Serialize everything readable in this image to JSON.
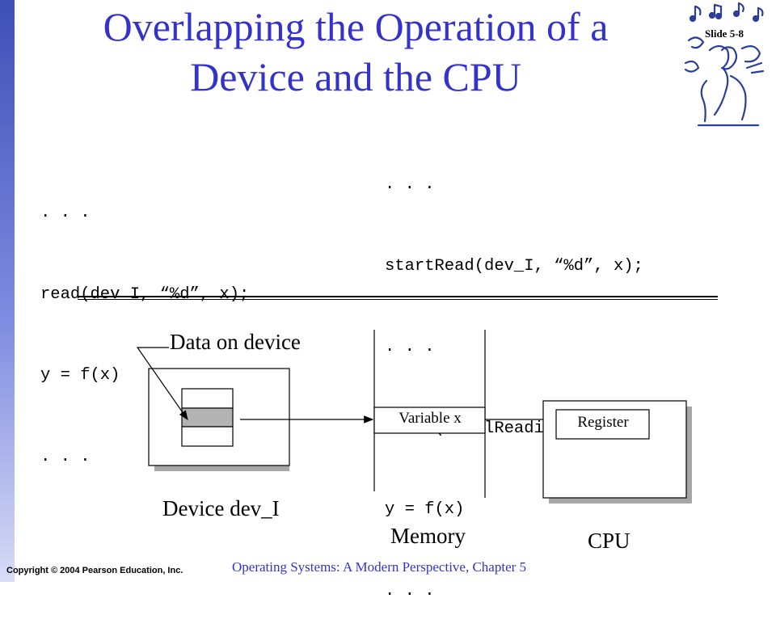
{
  "slide": {
    "title_line1": "Overlapping the Operation of a",
    "title_line2": "Device and the CPU",
    "slide_number": "Slide 5-8"
  },
  "code_left": [
    ". . .",
    "read(dev_I, “%d”, x);",
    "y = f(x)",
    ". . ."
  ],
  "code_right": [
    ". . .",
    "startRead(dev_I, “%d”, x);",
    ". . .",
    "While(stillReading()) ;",
    "y = f(x)",
    ". . ."
  ],
  "diagram": {
    "data_on_device_label": "Data on device",
    "device_label": "Device dev_I",
    "variable_label": "Variable x",
    "memory_label": "Memory",
    "register_label": "Register",
    "cpu_label": "CPU"
  },
  "footer": {
    "copyright": "Copyright © 2004 Pearson Education, Inc.",
    "book": "Operating Systems: A Modern Perspective, Chapter 5"
  },
  "colors": {
    "title": "#3333cc",
    "left_bar": "#5a68c8",
    "block_fill": "#b3b3b3"
  }
}
